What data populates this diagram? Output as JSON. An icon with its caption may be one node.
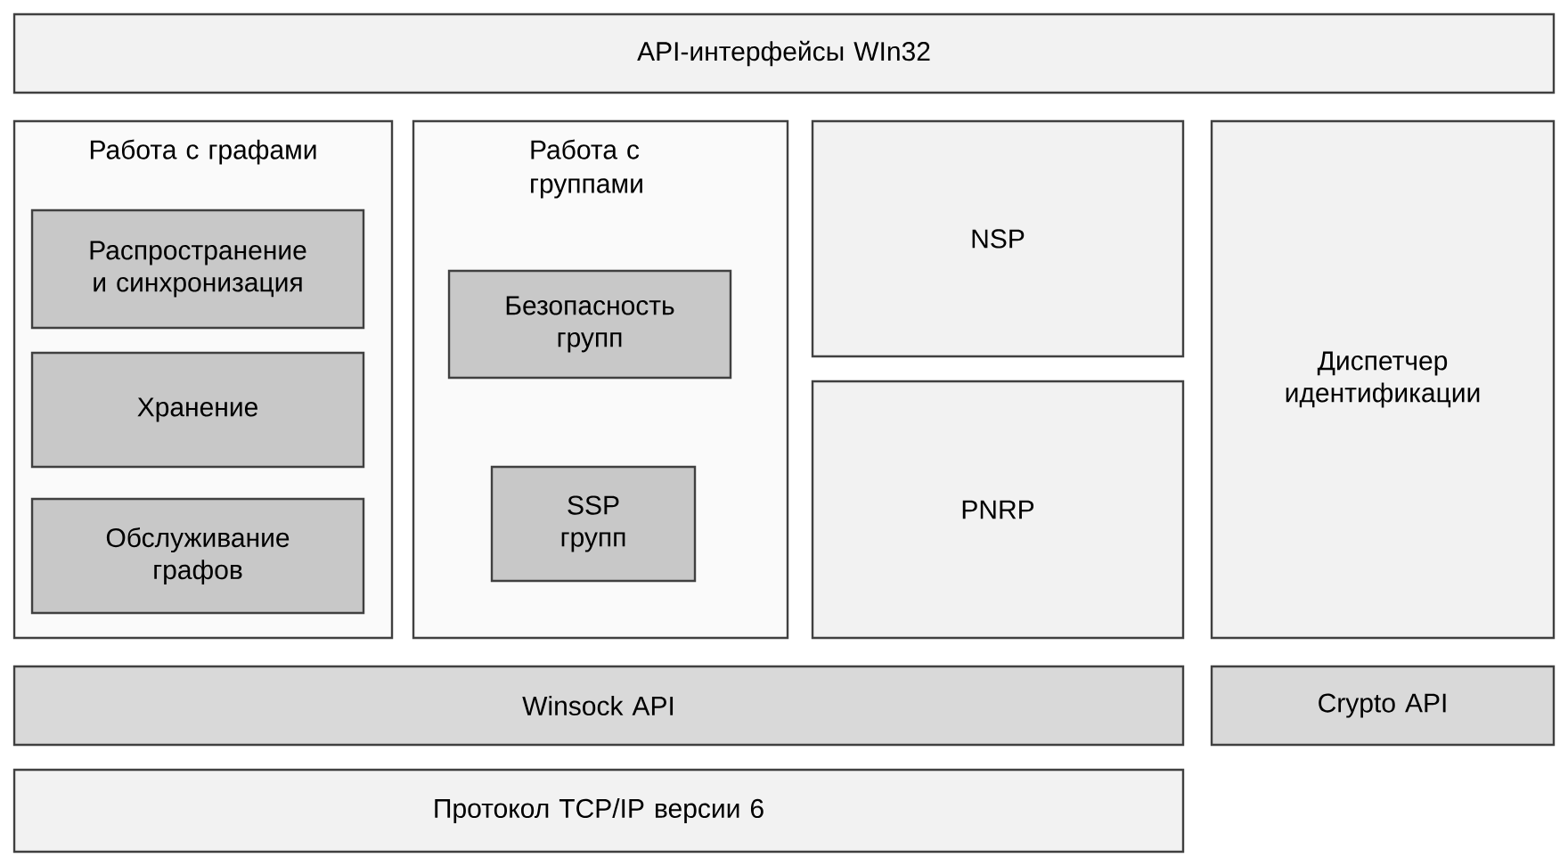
{
  "diagram": {
    "nodes": [
      {
        "text": [
          "API-интерфейсы WIn32"
        ]
      },
      {
        "text": [
          "Работа с графами"
        ]
      },
      {
        "text": [
          "Распространение и синхронизация"
        ],
        "in": 1
      },
      {
        "text": [
          "Хранение"
        ],
        "in": 1
      },
      {
        "text": [
          "Обслуживание графов"
        ],
        "in": 1
      },
      {
        "text": [
          "Работа с группами"
        ]
      },
      {
        "text": [
          "Безопасность групп"
        ],
        "in": 5
      },
      {
        "text": [
          "SSP групп"
        ],
        "in": 5
      },
      {
        "text": [
          "NSP"
        ]
      },
      {
        "text": [
          "PNRP"
        ]
      },
      {
        "text": [
          "Диспетчер идентификации"
        ]
      },
      {
        "text": [
          "Winsock API"
        ]
      },
      {
        "text": [
          "Crypto API"
        ]
      },
      {
        "text": [
          "Протокол TCP/IP версии 6"
        ]
      }
    ]
  }
}
